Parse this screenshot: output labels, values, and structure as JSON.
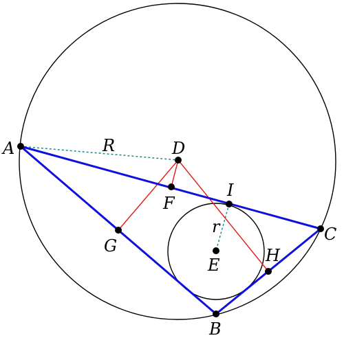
{
  "colors": {
    "circle": "#000000",
    "triangle": "#1010dd",
    "red_lines": "#e01818",
    "dashed": "#1a8a8a",
    "point": "#000000"
  },
  "labels": {
    "A": "A",
    "B": "B",
    "C": "C",
    "D": "D",
    "E": "E",
    "F": "F",
    "G": "G",
    "H": "H",
    "I": "I",
    "R": "R",
    "r": "r"
  }
}
